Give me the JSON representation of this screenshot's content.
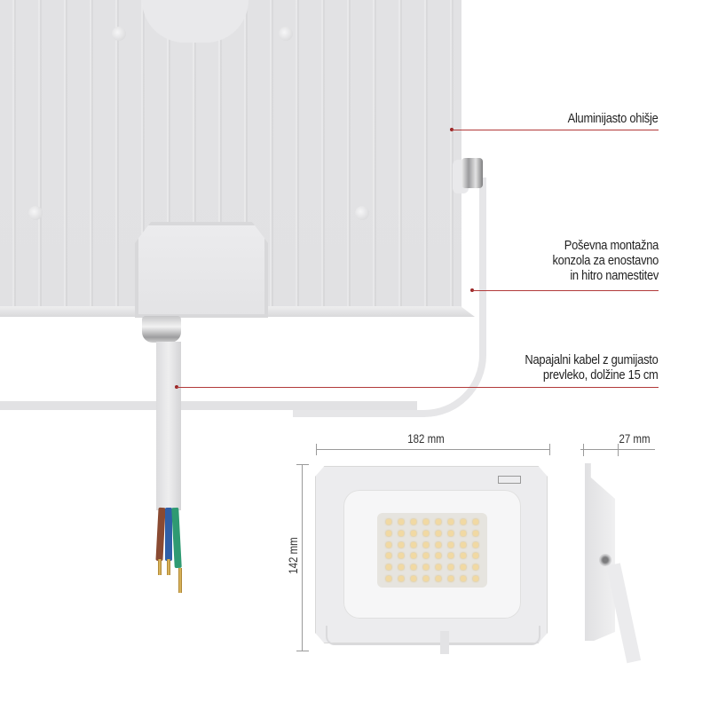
{
  "product": "White LED floodlight (rear view with annotations and dimensions)",
  "callouts": [
    {
      "id": "housing",
      "text": "Aluminijasto ohišje"
    },
    {
      "id": "bracket",
      "lines": [
        "Poševna montažna",
        "konzola za enostavno",
        "in hitro namestitev"
      ]
    },
    {
      "id": "cable",
      "lines": [
        "Napajalni kabel z gumijasto",
        "prevleko, dolžine 15 cm"
      ]
    }
  ],
  "dimensions": {
    "width": "182 mm",
    "height": "142 mm",
    "depth": "27 mm"
  },
  "colors": {
    "callout_line": "#b23a3a",
    "text": "#222222",
    "housing": "#e2e2e4",
    "wire_brown": "#8a4a32",
    "wire_blue": "#2f5fa8",
    "wire_green": "#2f9a72"
  }
}
